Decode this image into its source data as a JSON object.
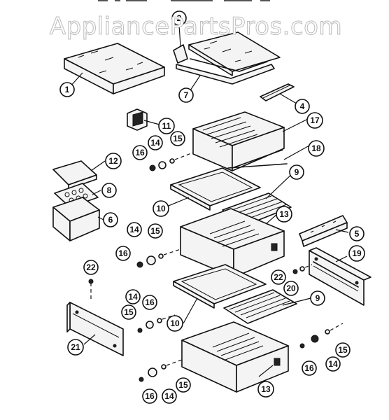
{
  "watermark": "AppliancePartsPros.com",
  "callouts": [
    {
      "id": "1",
      "label": "1"
    },
    {
      "id": "2",
      "label": "2"
    },
    {
      "id": "7",
      "label": "7"
    },
    {
      "id": "4",
      "label": "4"
    },
    {
      "id": "11",
      "label": "11"
    },
    {
      "id": "17",
      "label": "17"
    },
    {
      "id": "16a",
      "label": "16"
    },
    {
      "id": "14a",
      "label": "14"
    },
    {
      "id": "15a",
      "label": "15"
    },
    {
      "id": "18",
      "label": "18"
    },
    {
      "id": "12",
      "label": "12"
    },
    {
      "id": "9a",
      "label": "9"
    },
    {
      "id": "8",
      "label": "8"
    },
    {
      "id": "10a",
      "label": "10"
    },
    {
      "id": "6",
      "label": "6"
    },
    {
      "id": "13a",
      "label": "13"
    },
    {
      "id": "5",
      "label": "5"
    },
    {
      "id": "14b",
      "label": "14"
    },
    {
      "id": "15b",
      "label": "15"
    },
    {
      "id": "16b",
      "label": "16"
    },
    {
      "id": "19",
      "label": "19"
    },
    {
      "id": "22a",
      "label": "22"
    },
    {
      "id": "22b",
      "label": "22"
    },
    {
      "id": "20",
      "label": "20"
    },
    {
      "id": "9b",
      "label": "9"
    },
    {
      "id": "14c",
      "label": "14"
    },
    {
      "id": "16c",
      "label": "16"
    },
    {
      "id": "15c",
      "label": "15"
    },
    {
      "id": "10b",
      "label": "10"
    },
    {
      "id": "21",
      "label": "21"
    },
    {
      "id": "15d",
      "label": "15"
    },
    {
      "id": "16d",
      "label": "16"
    },
    {
      "id": "14d",
      "label": "14"
    },
    {
      "id": "13b",
      "label": "13"
    },
    {
      "id": "16e",
      "label": "16"
    },
    {
      "id": "14e",
      "label": "14"
    },
    {
      "id": "15e",
      "label": "15"
    }
  ]
}
